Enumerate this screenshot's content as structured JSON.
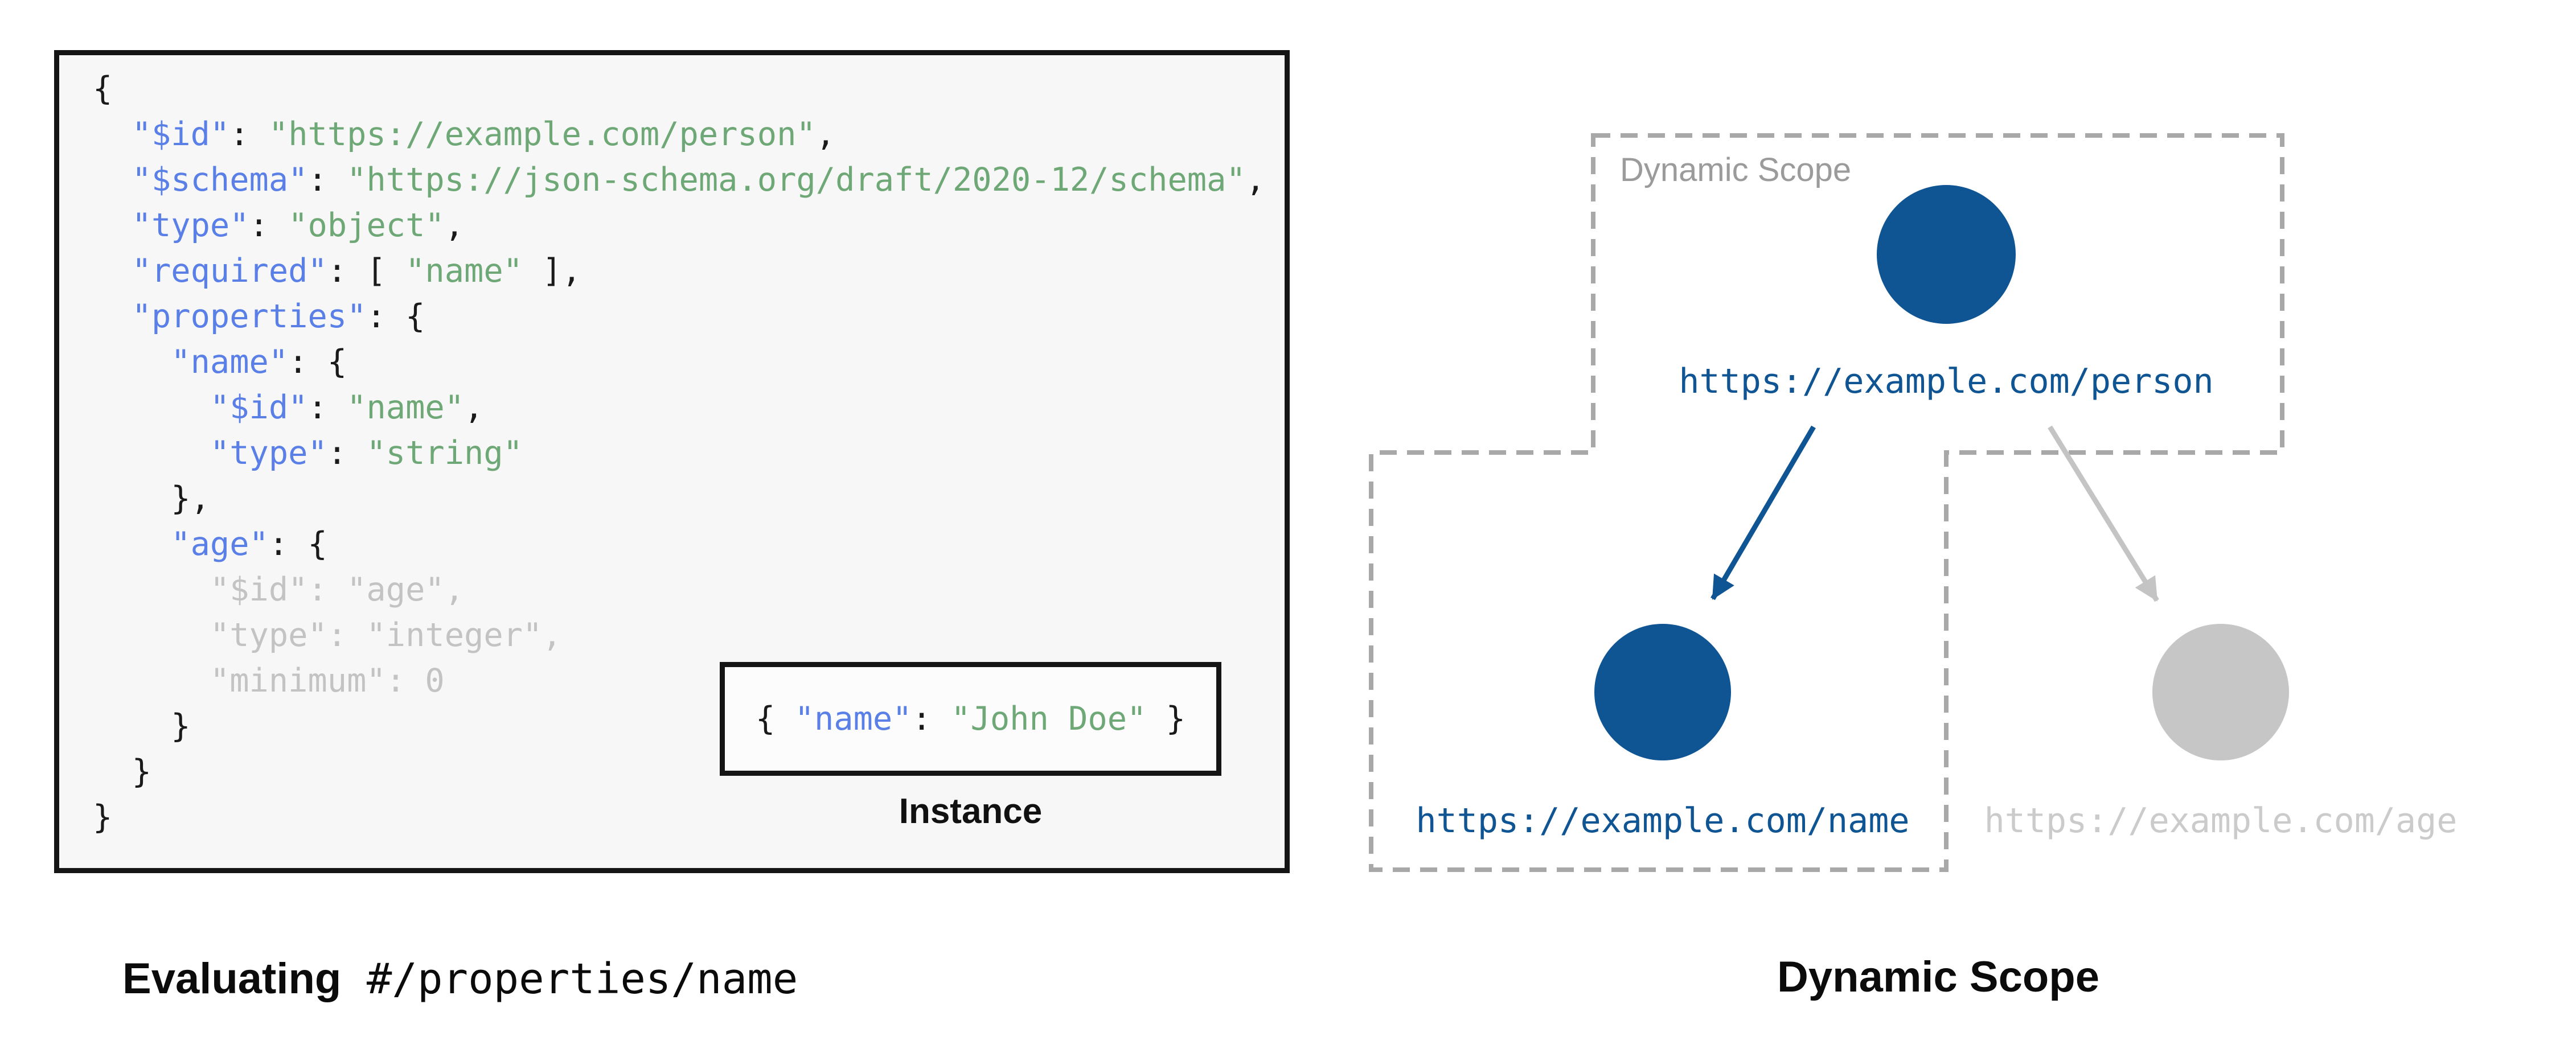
{
  "colors": {
    "key_blue": "#5A80E8",
    "string_green": "#6FA877",
    "muted_gray": "#C3C3C3",
    "code_black": "#1A1A1A",
    "node_blue": "#0F5493",
    "inactive_node_gray": "#C6C6C6",
    "inactive_text_gray": "#CBCBCB",
    "arrow_gray": "#C4C4C4",
    "dash_gray": "#A8A8A8",
    "scope_label_gray": "#9B9B9B",
    "panel_bg": "#F7F7F7",
    "instance_bg": "#FCFCFC",
    "border_black": "#151515"
  },
  "code": {
    "lines": [
      [
        [
          "p",
          "{"
        ]
      ],
      [
        [
          "p",
          "  "
        ],
        [
          "k",
          "\"$id\""
        ],
        [
          "p",
          ": "
        ],
        [
          "s",
          "\"https://example.com/person\""
        ],
        [
          "p",
          ","
        ]
      ],
      [
        [
          "p",
          "  "
        ],
        [
          "k",
          "\"$schema\""
        ],
        [
          "p",
          ": "
        ],
        [
          "s",
          "\"https://json-schema.org/draft/2020-12/schema\""
        ],
        [
          "p",
          ","
        ]
      ],
      [
        [
          "p",
          "  "
        ],
        [
          "k",
          "\"type\""
        ],
        [
          "p",
          ": "
        ],
        [
          "s",
          "\"object\""
        ],
        [
          "p",
          ","
        ]
      ],
      [
        [
          "p",
          "  "
        ],
        [
          "k",
          "\"required\""
        ],
        [
          "p",
          ": [ "
        ],
        [
          "s",
          "\"name\""
        ],
        [
          "p",
          " ],"
        ]
      ],
      [
        [
          "p",
          "  "
        ],
        [
          "k",
          "\"properties\""
        ],
        [
          "p",
          ": {"
        ]
      ],
      [
        [
          "p",
          "    "
        ],
        [
          "k",
          "\"name\""
        ],
        [
          "p",
          ": {"
        ]
      ],
      [
        [
          "p",
          "      "
        ],
        [
          "k",
          "\"$id\""
        ],
        [
          "p",
          ": "
        ],
        [
          "s",
          "\"name\""
        ],
        [
          "p",
          ","
        ]
      ],
      [
        [
          "p",
          "      "
        ],
        [
          "k",
          "\"type\""
        ],
        [
          "p",
          ": "
        ],
        [
          "s",
          "\"string\""
        ]
      ],
      [
        [
          "p",
          "    },"
        ]
      ],
      [
        [
          "p",
          "    "
        ],
        [
          "k",
          "\"age\""
        ],
        [
          "p",
          ": {"
        ]
      ],
      [
        [
          "d",
          "      \"$id\": \"age\","
        ]
      ],
      [
        [
          "d",
          "      \"type\": \"integer\","
        ]
      ],
      [
        [
          "d",
          "      \"minimum\": 0"
        ]
      ],
      [
        [
          "p",
          "    }"
        ]
      ],
      [
        [
          "p",
          "  }"
        ]
      ],
      [
        [
          "p",
          "}"
        ]
      ]
    ],
    "instance_tokens": [
      [
        "p",
        "{ "
      ],
      [
        "k",
        "\"name\""
      ],
      [
        "p",
        ": "
      ],
      [
        "s",
        "\"John Doe\""
      ],
      [
        "p",
        " }"
      ]
    ]
  },
  "left": {
    "instance_label": "Instance",
    "caption_bold": "Evaluating",
    "caption_mono": " #/properties/name"
  },
  "diagram": {
    "scope_label": "Dynamic Scope",
    "person_url": "https://example.com/person",
    "name_url": "https://example.com/name",
    "age_url": "https://example.com/age",
    "caption": "Dynamic Scope"
  }
}
